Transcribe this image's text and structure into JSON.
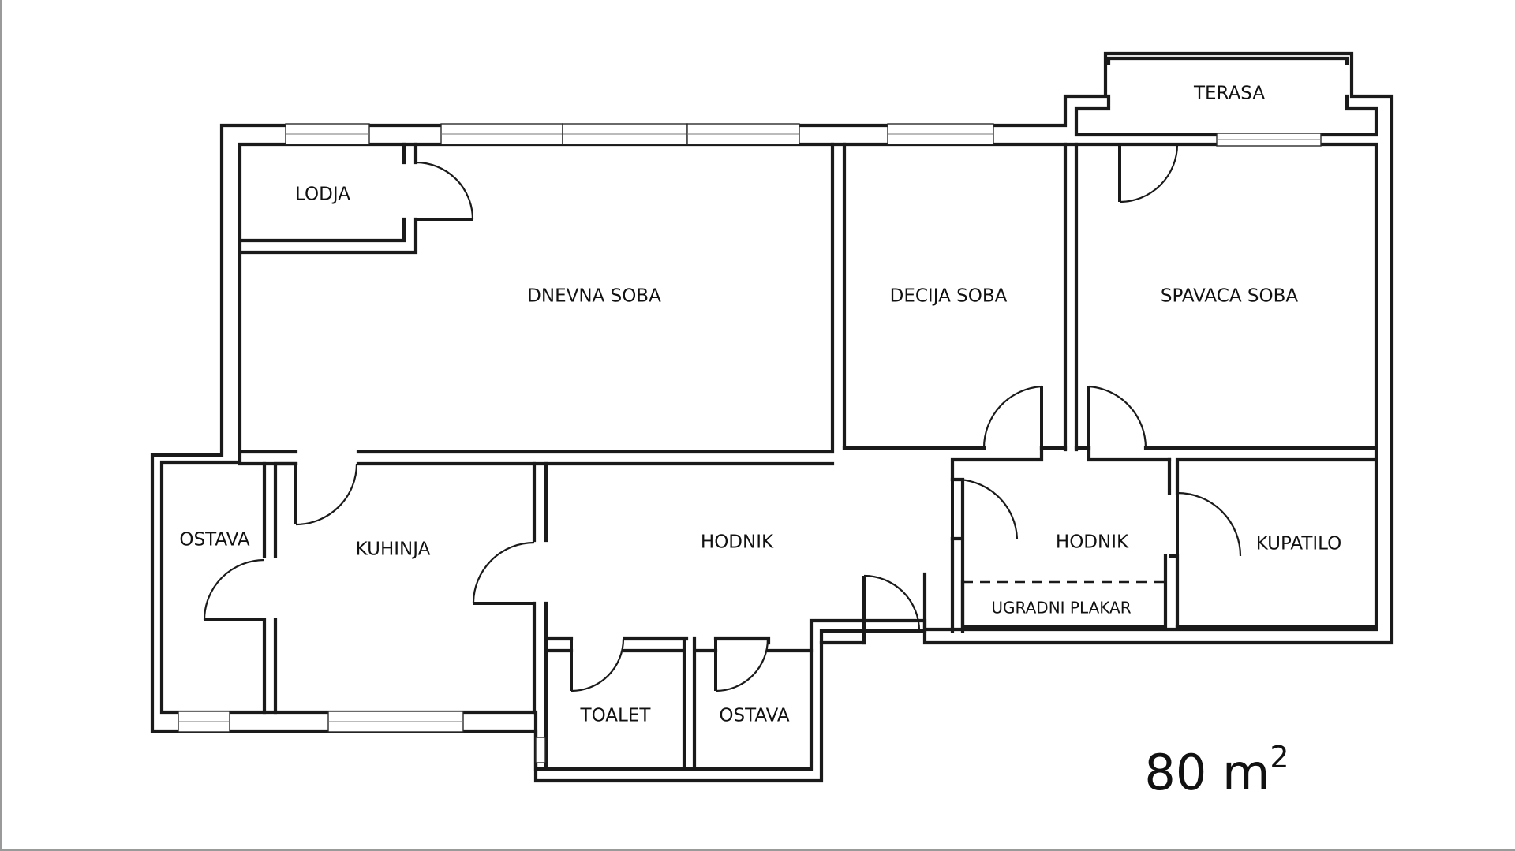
{
  "rooms": {
    "lodja": "LODJA",
    "dnevna_soba": "DNEVNA SOBA",
    "decija_soba": "DECIJA SOBA",
    "spavaca_soba": "SPAVACA SOBA",
    "terasa": "TERASA",
    "ostava_left": "OSTAVA",
    "kuhinja": "KUHINJA",
    "hodnik_main": "HODNIK",
    "hodnik_right": "HODNIK",
    "kupatilo": "KUPATILO",
    "ugradni_plakar": "UGRADNI PLAKAR",
    "toalet": "TOALET",
    "ostava_bottom": "OSTAVA"
  },
  "area": {
    "value": "80 m",
    "unit_sup": "2"
  }
}
